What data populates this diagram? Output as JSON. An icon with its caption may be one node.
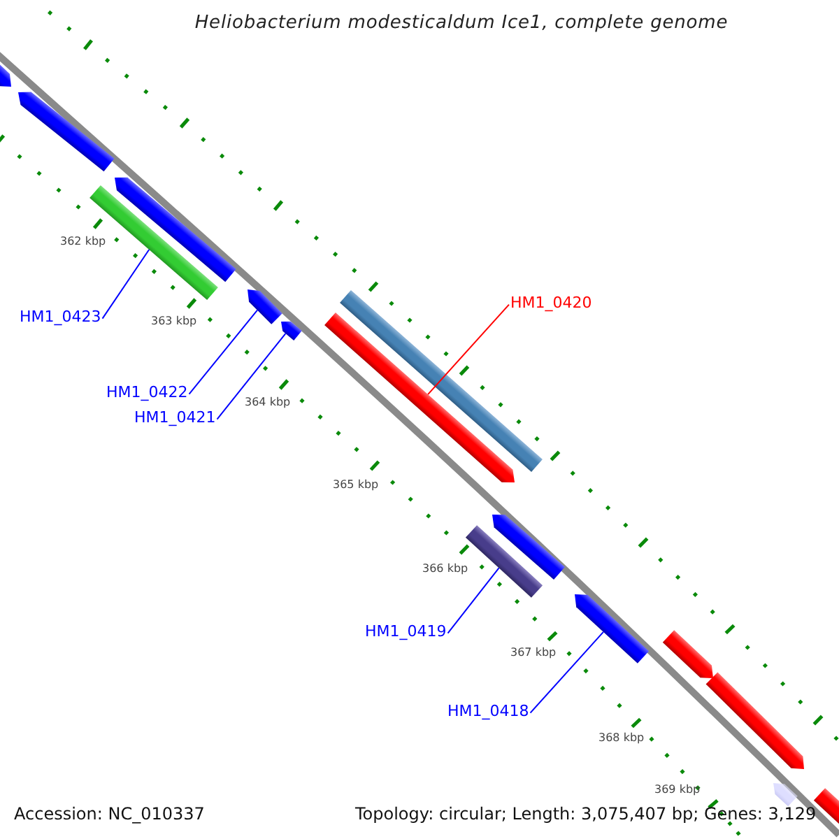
{
  "diagram": {
    "title": "Heliobacterium modesticaldum Ice1, complete genome",
    "nodes": [
      {
        "text": [
          "HM1_0423"
        ]
      },
      {
        "text": [],
        "shape": "bar"
      },
      {
        "text": [
          "HM1_0422"
        ]
      },
      {
        "text": [],
        "shape": "bar"
      },
      {
        "text": [
          "HM1_0421"
        ]
      },
      {
        "text": [],
        "shape": "bar"
      },
      {
        "text": [
          "HM1_0420"
        ]
      },
      {
        "text": [],
        "shape": "bar"
      },
      {
        "text": [
          "HM1_0419"
        ]
      },
      {
        "text": [],
        "shape": "bar"
      },
      {
        "text": [
          "HM1_0418"
        ]
      },
      {
        "text": [],
        "shape": "bar"
      },
      {
        "text": [],
        "shape": "bar"
      },
      {
        "text": [],
        "shape": "bar"
      },
      {
        "text": [],
        "shape": "bar"
      },
      {
        "text": [],
        "shape": "bar"
      },
      {
        "text": [],
        "shape": "bar"
      },
      {
        "text": [],
        "shape": "bar"
      },
      {
        "text": [],
        "shape": "bar"
      },
      {
        "text": [],
        "shape": "bar"
      },
      {
        "text": [],
        "shape": "bar"
      }
    ],
    "edges": [
      {
        "from": 0,
        "to": 1,
        "arrow": "none"
      },
      {
        "from": 2,
        "to": 3,
        "arrow": "none"
      },
      {
        "from": 4,
        "to": 5,
        "arrow": "none"
      },
      {
        "from": 6,
        "to": 7,
        "arrow": "none",
        "color": "#ff0000"
      },
      {
        "from": 8,
        "to": 9,
        "arrow": "none"
      },
      {
        "from": 10,
        "to": 11,
        "arrow": "none"
      }
    ],
    "labels": [
      "362 kbp",
      "363 kbp",
      "364 kbp",
      "365 kbp",
      "366 kbp",
      "367 kbp",
      "368 kbp",
      "369 kbp",
      "Accession: NC_010337",
      "Topology: circular; Length: 3,075,407 bp; Genes: 3,129"
    ]
  }
}
